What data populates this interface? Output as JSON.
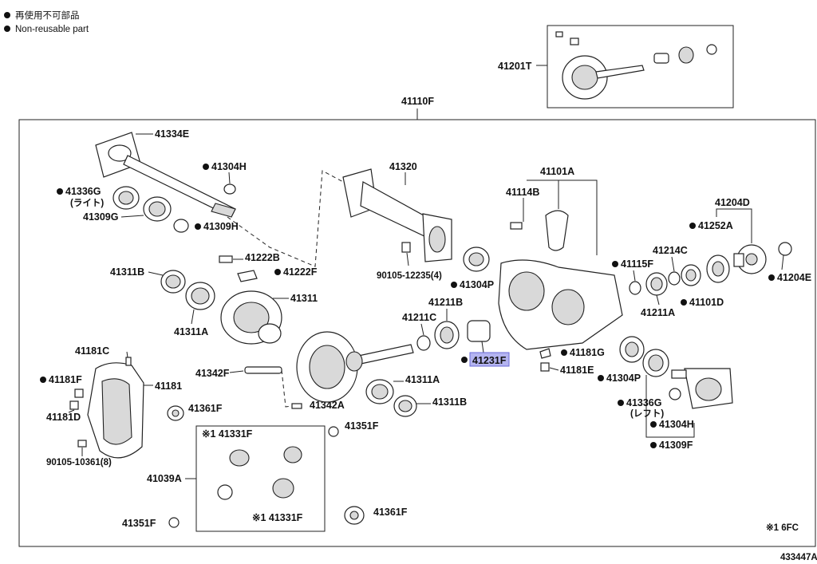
{
  "legend": {
    "jp": "再使用不可部品",
    "en": "Non-reusable part"
  },
  "footer": {
    "ref": "433447A",
    "note": "※1 6FC"
  },
  "labels": {
    "a41201T": "41201T",
    "a41110F": "41110F",
    "a41334E": "41334E",
    "a41304H_top": "41304H",
    "a41336G_top": "41336G",
    "a41336G_top_sub": "(ライト)",
    "a41309G": "41309G",
    "a41309H": "41309H",
    "a41222B": "41222B",
    "a41222F": "41222F",
    "a41311B_left": "41311B",
    "a41311": "41311",
    "a41311A_left": "41311A",
    "a41181C": "41181C",
    "a41181F": "41181F",
    "a41181": "41181",
    "a41181D": "41181D",
    "a41361F_mid": "41361F",
    "a90105_10361": "90105-10361(8)",
    "a41039A": "41039A",
    "a41351F_bottom": "41351F",
    "a41331F_top": "※1 41331F",
    "a41331F_bottom": "※1 41331F",
    "a41342F": "41342F",
    "a41342A": "41342A",
    "a41351F_right": "41351F",
    "a41361F_bottom": "41361F",
    "a41320": "41320",
    "a90105_12235": "90105-12235(4)",
    "a41304P_mid": "41304P",
    "a41211B": "41211B",
    "a41211C": "41211C",
    "a41231F": "41231F",
    "a41311A_right": "41311A",
    "a41311B_right": "41311B",
    "a41101A": "41101A",
    "a41114B": "41114B",
    "a41115F": "41115F",
    "a41214C": "41214C",
    "a41211A": "41211A",
    "a41101D": "41101D",
    "a41204D": "41204D",
    "a41252A": "41252A",
    "a41204E": "41204E",
    "a41181G": "41181G",
    "a41181E": "41181E",
    "a41304P_right": "41304P",
    "a41336G_right": "41336G",
    "a41336G_right_sub": "(レフト)",
    "a41304H_right": "41304H",
    "a41309F": "41309F"
  },
  "highlighted_part": "41231F",
  "colors": {
    "highlight_fill": "#b4b4f0",
    "highlight_stroke": "#6a6ad8",
    "line": "#222222"
  }
}
